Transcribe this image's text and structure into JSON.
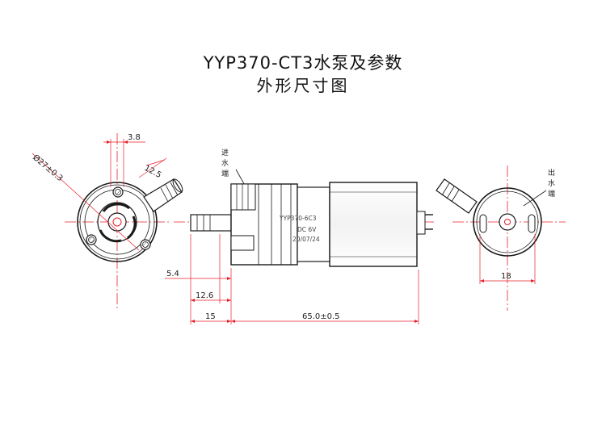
{
  "title": "YYP370-CT3水泵及参数",
  "subtitle": "外形尺寸图",
  "labels": {
    "inlet": [
      "进",
      "水",
      "端"
    ],
    "outlet": [
      "出",
      "水",
      "端"
    ]
  },
  "dimensions": {
    "d3_8": "3.8",
    "d12_5": "12.5",
    "diameter": "Ø27±0.3",
    "d5_4": "5.4",
    "d12_6": "12.6",
    "d15": "15",
    "d65": "65.0±0.5",
    "d18": "18"
  },
  "body_marking": {
    "model": "YYP370-6C3",
    "voltage": "DC  6V",
    "date": "20/07/24"
  },
  "colors": {
    "dimension": "#e8202a",
    "outline": "#1a1a1a"
  }
}
